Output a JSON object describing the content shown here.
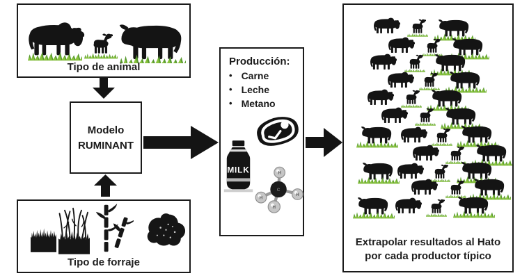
{
  "colors": {
    "ink": "#141414",
    "grass_light": "#8cc63e",
    "grass_dark": "#57992f",
    "atom_gray": "#c6c6c6",
    "bond_gray": "#9a9a9a",
    "milk_band": "#dddddd",
    "milk_stripe": "#b5b5b5"
  },
  "animal_box": {
    "label": "Tipo de animal",
    "icons": [
      "zebu-bull-icon",
      "calf-icon",
      "bull-icon",
      "grass-icon"
    ],
    "cattle": [
      [
        "zebu",
        7,
        20,
        1,
        88,
        78
      ],
      [
        "calf",
        100,
        37,
        1,
        34,
        48
      ],
      [
        "bull",
        142,
        20,
        1,
        98,
        96
      ]
    ]
  },
  "model_box": {
    "line1": "Modelo",
    "line2": "RUMINANT"
  },
  "forage_box": {
    "label": "Tipo de forraje",
    "icons": [
      "short-grass-icon",
      "tall-grass-icon",
      "cane-stalks-icon",
      "bush-icon"
    ]
  },
  "production_box": {
    "title": "Producción:",
    "bullet": "•",
    "items": [
      "Carne",
      "Leche",
      "Metano"
    ],
    "icons": [
      "steak-icon",
      "milk-bottle-icon",
      "methane-molecule-icon"
    ],
    "milk_label": "MILK",
    "methane": {
      "c_label": "C",
      "h_label": "H"
    }
  },
  "herd_panel": {
    "caption_line1": "Extrapolar resultados al Hato",
    "caption_line2": "por cada productor típico",
    "cattle": [
      [
        "zebu",
        40,
        13,
        0
      ],
      [
        "calf",
        94,
        15,
        1
      ],
      [
        "bull",
        135,
        14,
        1
      ],
      [
        "zebu",
        61,
        41,
        0
      ],
      [
        "calf",
        115,
        43,
        1
      ],
      [
        "bull",
        155,
        41,
        1
      ],
      [
        "zebu",
        35,
        65,
        0
      ],
      [
        "calf",
        90,
        66,
        1
      ],
      [
        "bull",
        130,
        64,
        1
      ],
      [
        "zebu",
        60,
        91,
        0
      ],
      [
        "calf",
        111,
        92,
        1
      ],
      [
        "bull",
        151,
        89,
        1
      ],
      [
        "zebu",
        31,
        116,
        0
      ],
      [
        "calf",
        85,
        117,
        1
      ],
      [
        "bull",
        125,
        115,
        1
      ],
      [
        "zebu",
        51,
        142,
        0
      ],
      [
        "calf",
        105,
        143,
        1
      ],
      [
        "bull",
        145,
        141,
        1
      ],
      [
        "bull",
        24,
        168,
        1
      ],
      [
        "zebu",
        79,
        170,
        0
      ],
      [
        "calf",
        129,
        172,
        1
      ],
      [
        "bull",
        168,
        167,
        1
      ],
      [
        "zebu",
        96,
        196,
        0
      ],
      [
        "calf",
        149,
        198,
        1
      ],
      [
        "bull",
        189,
        194,
        1
      ],
      [
        "bull",
        26,
        220,
        1
      ],
      [
        "zebu",
        74,
        222,
        0
      ],
      [
        "calf",
        126,
        224,
        1
      ],
      [
        "bull",
        168,
        219,
        1
      ],
      [
        "zebu",
        94,
        245,
        0
      ],
      [
        "calf",
        149,
        247,
        1
      ],
      [
        "bull",
        186,
        243,
        1
      ],
      [
        "bull",
        19,
        270,
        1
      ],
      [
        "zebu",
        71,
        272,
        0
      ],
      [
        "calf",
        121,
        274,
        1
      ],
      [
        "bull",
        163,
        269,
        1
      ]
    ]
  }
}
